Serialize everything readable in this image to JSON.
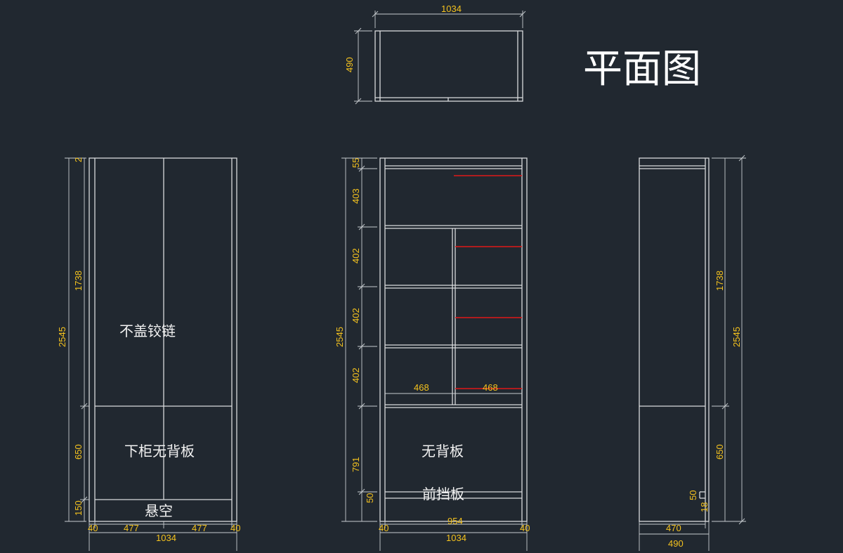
{
  "title": "平面图",
  "colors": {
    "background": "#212830",
    "line": "#d9dbdd",
    "dimension_text": "#f4c21e",
    "highlight": "#e01818"
  },
  "plan": {
    "width": "1034",
    "depth": "490"
  },
  "left_view": {
    "total_height": "2545",
    "upper_height": "1738",
    "lower_height": "650",
    "base_height": "150",
    "top_gap": "2",
    "side_left": "40",
    "door_left": "477",
    "door_right": "477",
    "side_right": "40",
    "total_width": "1034",
    "label_upper": "不盖铰链",
    "label_lower": "下柜无背板",
    "label_base": "悬空"
  },
  "middle_view": {
    "total_height": "2545",
    "top_thickness": "55",
    "shelf_1": "403",
    "shelf_2": "402",
    "shelf_3": "402",
    "shelf_4": "402",
    "lower_height": "791",
    "kick_height": "50",
    "col_left": "468",
    "col_right": "468",
    "side_left": "40",
    "inner_width": "954",
    "side_right": "40",
    "total_width": "1034",
    "label_lower": "无背板",
    "label_front": "前挡板"
  },
  "right_view": {
    "upper_height": "1738",
    "total_height": "2545",
    "lower_height": "650",
    "kick_height": "50",
    "kick_offset": "18",
    "inner_depth": "470",
    "total_depth": "490"
  }
}
